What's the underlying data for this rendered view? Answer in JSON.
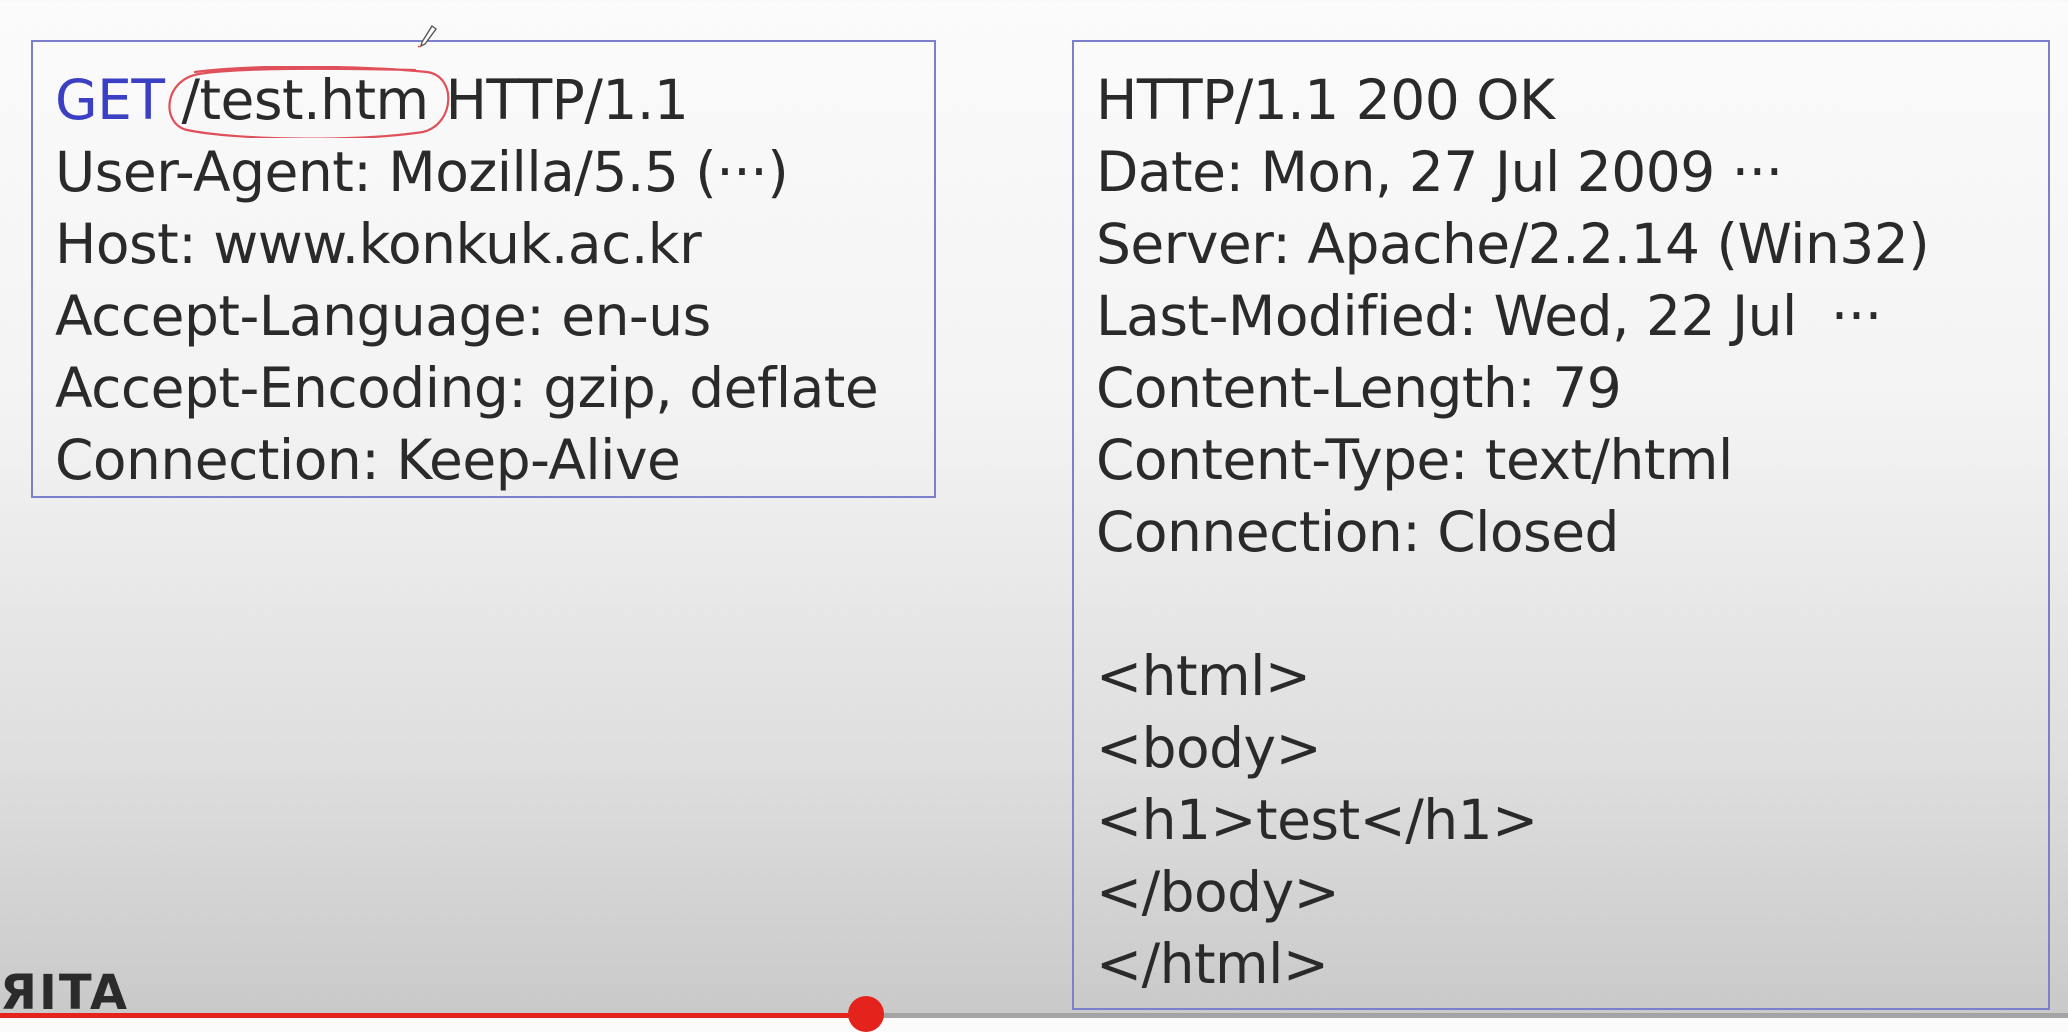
{
  "request": {
    "method": "GET",
    "path": "/test.htm",
    "version": "HTTP/1.1",
    "lines": [
      "User-Agent: Mozilla/5.5 (···)",
      "Host: www.konkuk.ac.kr",
      "Accept-Language: en-us",
      "Accept-Encoding: gzip, deflate",
      "Connection: Keep-Alive"
    ]
  },
  "response": {
    "headers": [
      "HTTP/1.1 200 OK",
      "Date: Mon, 27 Jul 2009 ···",
      "Server: Apache/2.2.14 (Win32)",
      "Last-Modified: Wed, 22 Jul  ···",
      "Content-Length: 79",
      "Content-Type: text/html",
      "Connection: Closed"
    ],
    "body": [
      "<html>",
      "<body>",
      "<h1>test</h1>",
      "</body>",
      "</html>"
    ]
  },
  "overlay": {
    "logo_text": "ЯITA",
    "annotation_color": "#e0505a",
    "progress_fraction": 0.419,
    "progress_color": "#e4231c"
  }
}
